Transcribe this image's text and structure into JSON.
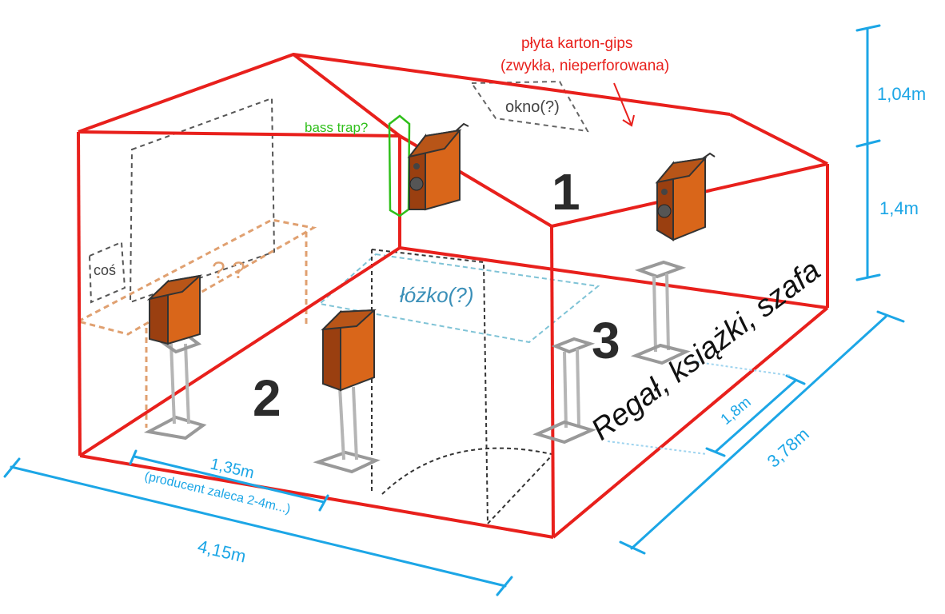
{
  "labels": {
    "drywall_line1": "płyta karton-gips",
    "drywall_line2": "(zwykła, nieperforowana)",
    "window": "okno(?)",
    "bass_trap": "bass trap?",
    "something": "coś",
    "question_marks": "? ?",
    "bed": "łóżko(?)",
    "shelf": "Regał, książki, szafa",
    "zone_1": "1",
    "zone_2": "2",
    "zone_3": "3"
  },
  "dimensions": {
    "roof_height": "1,04m",
    "wall_height": "1,4m",
    "room_depth": "3,78m",
    "speaker_spacing_side": "1,8m",
    "room_width": "4,15m",
    "speaker_spacing_front": "1,35m",
    "manufacturer_note": "(producent zaleca 2-4m...)"
  },
  "colors": {
    "room_outline": "#e8201c",
    "dimension": "#1ca6e6",
    "speaker_front": "#d9661a",
    "speaker_side": "#9a3f10",
    "stand": "#b5b5b5",
    "bass_trap": "#2fbf1a",
    "desk": "#e0a070",
    "bed": "#7fc3d6"
  }
}
